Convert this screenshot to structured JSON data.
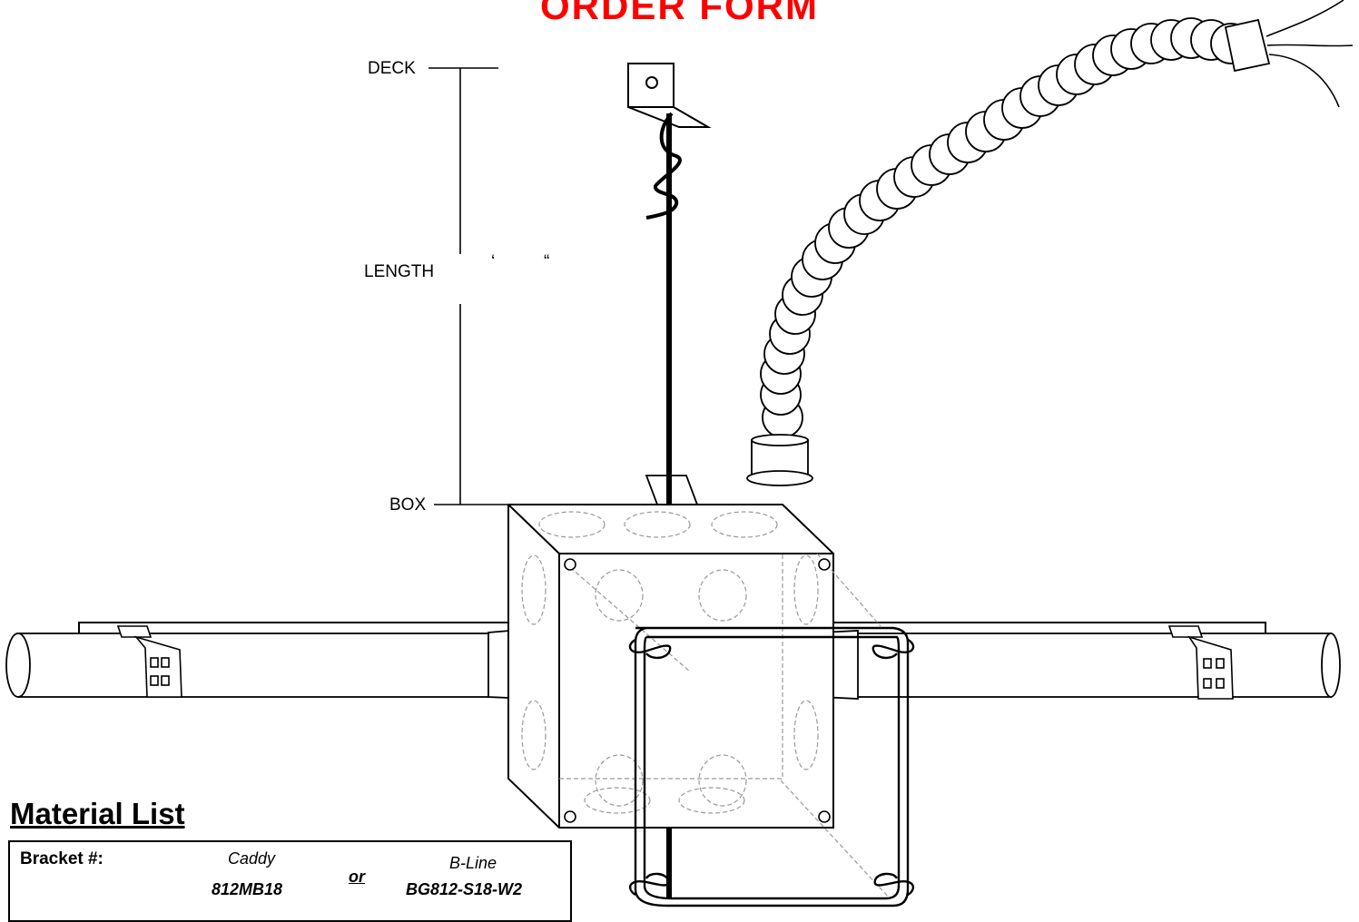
{
  "title": "ORDER FORM",
  "labels": {
    "deck": "DECK",
    "length": "LENGTH",
    "feet_mark": "‘",
    "inch_mark": "“",
    "box": "BOX"
  },
  "material_list": {
    "heading": "Material List",
    "bracket_label": "Bracket #:",
    "option_a_brand": "Caddy",
    "option_a_part": "812MB18",
    "separator": "or",
    "option_b_brand": "B-Line",
    "option_b_part": "BG812-S18-W2"
  },
  "colors": {
    "title": "#ff0000",
    "line": "#000000",
    "dashed": "#999999"
  }
}
